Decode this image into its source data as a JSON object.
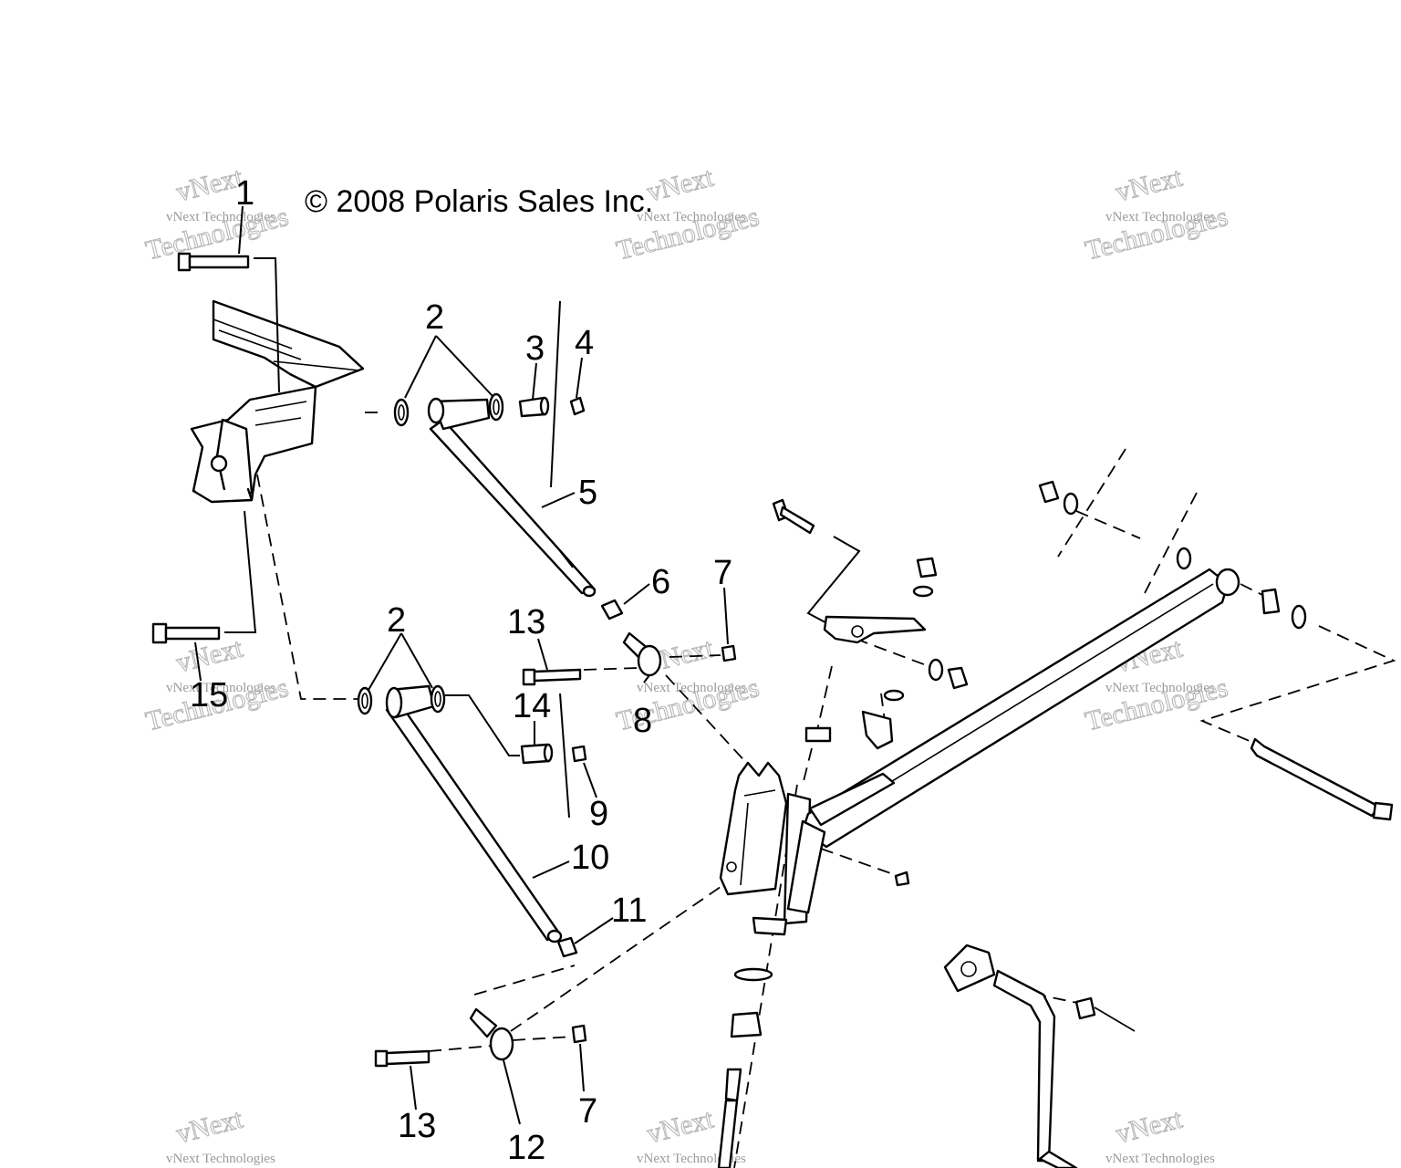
{
  "copyright": "© 2008 Polaris Sales Inc.",
  "watermark": {
    "small": "vNext Technologies",
    "large_top": "vNext",
    "large_bottom": "Technologies"
  },
  "callouts": [
    {
      "id": "c1",
      "text": "1"
    },
    {
      "id": "c2a",
      "text": "2"
    },
    {
      "id": "c2b",
      "text": "2"
    },
    {
      "id": "c3",
      "text": "3"
    },
    {
      "id": "c4",
      "text": "4"
    },
    {
      "id": "c5",
      "text": "5"
    },
    {
      "id": "c6",
      "text": "6"
    },
    {
      "id": "c7a",
      "text": "7"
    },
    {
      "id": "c7b",
      "text": "7"
    },
    {
      "id": "c8",
      "text": "8"
    },
    {
      "id": "c9",
      "text": "9"
    },
    {
      "id": "c10",
      "text": "10"
    },
    {
      "id": "c11",
      "text": "11"
    },
    {
      "id": "c12",
      "text": "12"
    },
    {
      "id": "c13a",
      "text": "13"
    },
    {
      "id": "c13b",
      "text": "13"
    },
    {
      "id": "c14",
      "text": "14"
    },
    {
      "id": "c15",
      "text": "15"
    }
  ]
}
